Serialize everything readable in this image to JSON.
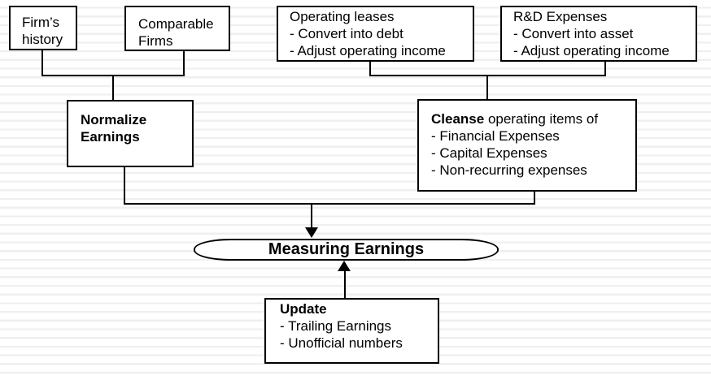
{
  "diagram_title": "Measuring Earnings",
  "colors": {
    "line": "#000000",
    "box_background": "#ffffff",
    "stripe": "#efefef",
    "text": "#000000"
  },
  "nodes": {
    "firms_history": {
      "line1": "Firm’s",
      "line2": "history"
    },
    "comparable_firms": {
      "line1": "Comparable",
      "line2": "Firms"
    },
    "operating_leases": {
      "title": "Operating leases",
      "items": [
        "- Convert into debt",
        "- Adjust operating income"
      ]
    },
    "rd_expenses": {
      "title": "R&D Expenses",
      "items": [
        "- Convert into asset",
        "- Adjust operating income"
      ]
    },
    "normalize": {
      "line1": "Normalize",
      "line2": "Earnings"
    },
    "cleanse": {
      "title_bold": "Cleanse ",
      "title_rest": "operating items of",
      "items": [
        "- Financial Expenses",
        "- Capital Expenses",
        "- Non-recurring expenses"
      ]
    },
    "measuring": {
      "label": "Measuring Earnings"
    },
    "update": {
      "title": "Update",
      "items": [
        "- Trailing Earnings",
        "- Unofficial numbers"
      ]
    }
  }
}
